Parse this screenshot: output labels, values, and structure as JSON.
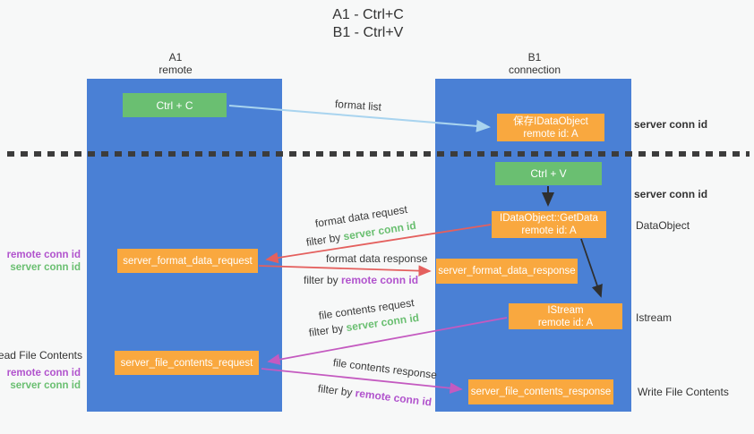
{
  "title": {
    "line1": "A1 - Ctrl+C",
    "line2": "B1 - Ctrl+V"
  },
  "columns": {
    "left": {
      "header_line1": "A1",
      "header_line2": "remote"
    },
    "right": {
      "header_line1": "B1",
      "header_line2": "connection"
    }
  },
  "boxes": {
    "ctrl_c": "Ctrl + C",
    "ctrl_v": "Ctrl + V",
    "save_dataobject": {
      "line1": "保存IDataObject",
      "line2": "remote id: A"
    },
    "getdata": {
      "line1": "IDataObject::GetData",
      "line2": "remote id: A"
    },
    "istream": {
      "line1": "IStream",
      "line2": "remote id: A"
    },
    "format_request": "server_format_data_request",
    "format_response": "server_format_data_response",
    "file_request": "server_file_contents_request",
    "file_response": "server_file_contents_response"
  },
  "arrow_labels": {
    "format_list": "format list",
    "format_data_request": "format data request",
    "format_data_response": "format data response",
    "file_contents_request": "file contents request",
    "file_contents_response": "file contents response",
    "filter_prefix": "filter by ",
    "server_conn_id": "server conn id",
    "remote_conn_id": "remote conn id"
  },
  "side_labels": {
    "right_server_conn_id_top": "server conn id",
    "right_server_conn_id_mid": "server conn id",
    "right_dataobject": "DataObject",
    "right_istream": "Istream",
    "right_write_file_contents": "Write File Contents",
    "left_remote_conn_id_1": "remote conn id",
    "left_server_conn_id_1": "server conn id",
    "left_read_file_contents": "Read File Contents",
    "left_remote_conn_id_2": "remote conn id",
    "left_server_conn_id_2": "server conn id"
  },
  "colors": {
    "column_blue": "#4a80d5",
    "box_green": "#6abf71",
    "box_orange": "#f9a83f",
    "green_text": "#6abf71",
    "purple_text": "#b153cd",
    "red_arrow": "#e4605e",
    "magenta_arrow": "#c45ac0",
    "light_blue_arrow": "#a9d4ef",
    "black_arrow": "#2f2f2f",
    "dotted_line": "#3c3c3c",
    "background": "#f7f8f8"
  }
}
